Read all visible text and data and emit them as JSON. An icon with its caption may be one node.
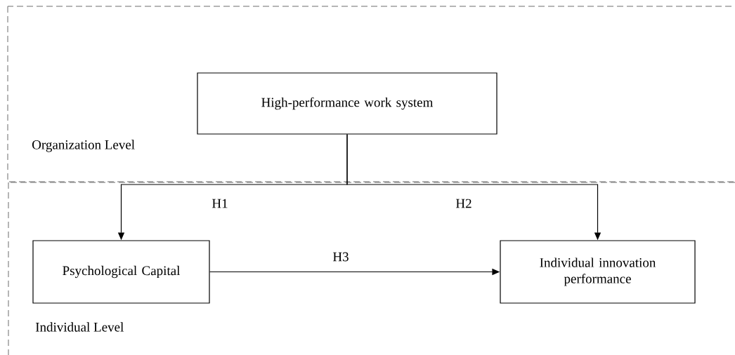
{
  "diagram": {
    "nodes": [
      {
        "text": [
          "Organization Level"
        ]
      },
      {
        "text": [
          "High-performance work system"
        ],
        "in": 0
      },
      {
        "text": [
          "Individual Level"
        ]
      },
      {
        "text": [
          "Psychological Capital"
        ],
        "in": 2
      },
      {
        "text": [
          "Individual innovation performance"
        ],
        "in": 2
      }
    ],
    "edges": [
      {
        "from": 1,
        "to": 3,
        "arrow": "to",
        "label": "H1"
      },
      {
        "from": 1,
        "to": 4,
        "arrow": "to",
        "label": "H2"
      },
      {
        "from": 3,
        "to": 4,
        "arrow": "to",
        "label": "H3"
      }
    ]
  }
}
